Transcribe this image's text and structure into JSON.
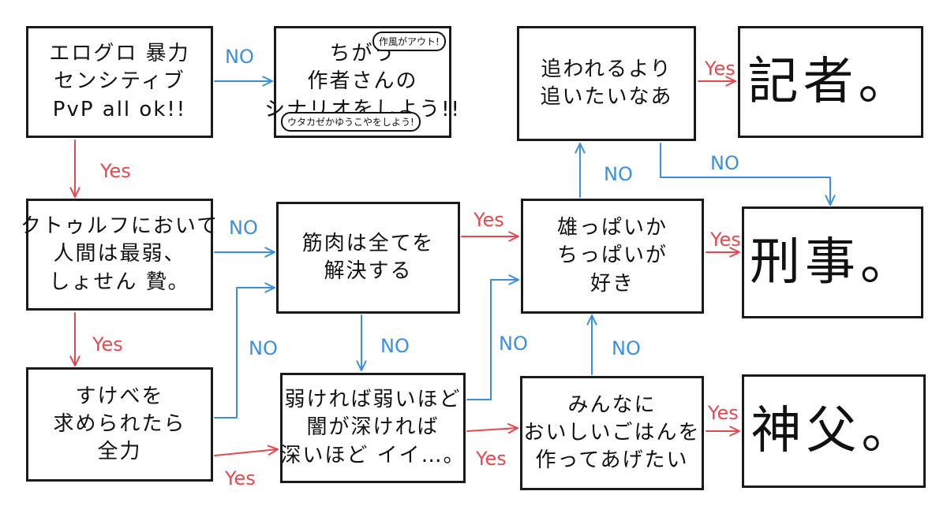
{
  "colors": {
    "yes": "#e5484d",
    "no": "#3b8fe0",
    "ink": "#1a1a1a"
  },
  "nodes": {
    "start": [
      "エログロ 暴力",
      "センシティブ",
      "PvP all ok!!"
    ],
    "author": [
      "ちがう",
      "作者さんの",
      "シナリオをしよう!!"
    ],
    "author_note_top": "作風がアウト!",
    "author_note_bottom": "ウタカゼかゆうこやをしよう!",
    "cthulhu": [
      "クトゥルフにおいて",
      "人間は最弱、",
      "しょせん 贄。"
    ],
    "muscle": [
      "筋肉は全てを",
      "解決する"
    ],
    "manly": [
      "雄っぱいか",
      "ちっぱいが",
      "好き"
    ],
    "chase": [
      "追われるより",
      "追いたいなあ"
    ],
    "lewd": [
      "すけべを",
      "求められたら",
      "全力"
    ],
    "weak": [
      "弱ければ弱いほど",
      "闇が深ければ",
      "深いほど イイ…。"
    ],
    "cook": [
      "みんなに",
      "おいしいごはんを",
      "作ってあげたい"
    ],
    "result_reporter": "記者。",
    "result_detective": "刑事。",
    "result_priest": "神父。"
  },
  "labels": {
    "yes": "Yes",
    "no": "NO"
  }
}
